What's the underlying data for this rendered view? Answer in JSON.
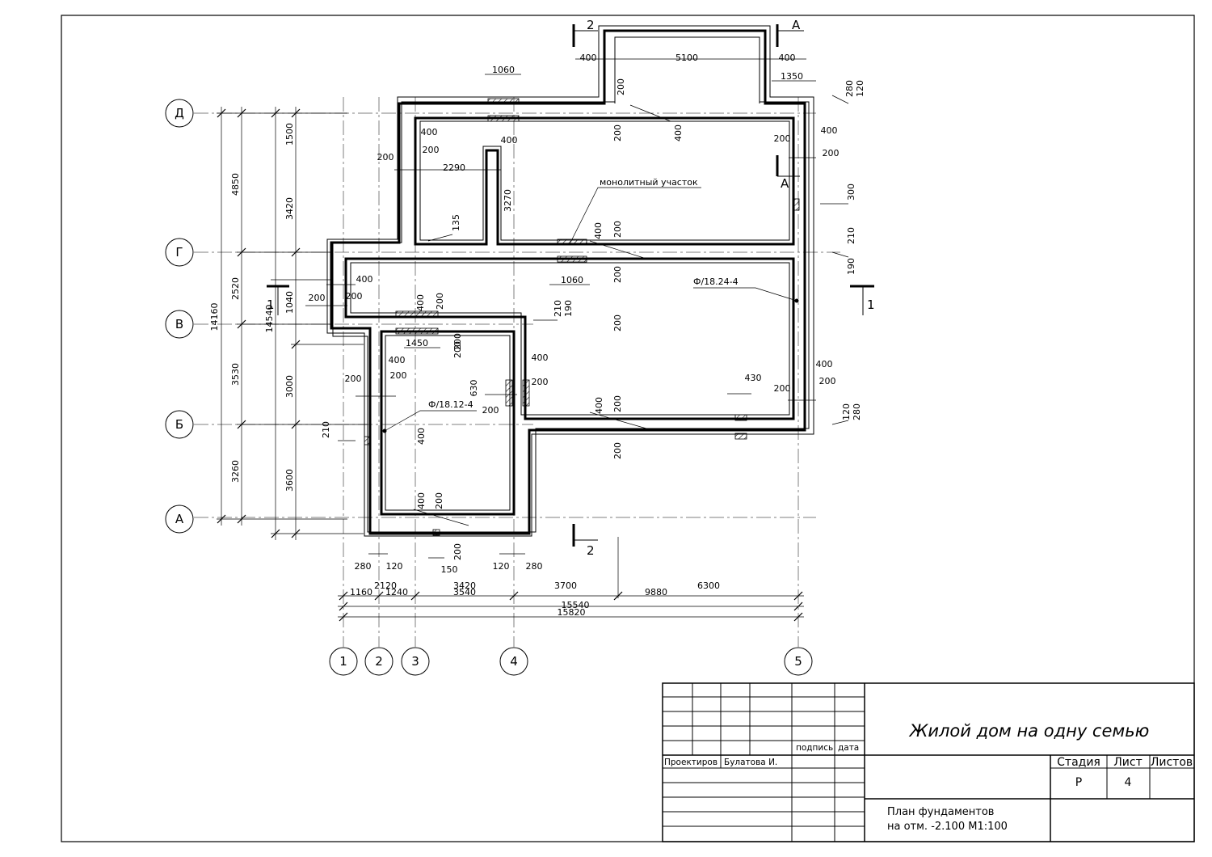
{
  "axes": {
    "rows": [
      "Д",
      "Г",
      "В",
      "Б",
      "А"
    ],
    "columns": [
      "1",
      "2",
      "3",
      "4",
      "5"
    ]
  },
  "section_marks": [
    "2",
    "2",
    "А",
    "А",
    "1",
    "1"
  ],
  "left_dims": {
    "outer": "14160",
    "chain": [
      "4850",
      "2520",
      "3530",
      "3260"
    ],
    "inner": [
      "3420",
      "3000",
      "3600"
    ],
    "inner_overlap_a": "14540",
    "inner_overlap_b": "1500",
    "inner_overlap_c": "1040"
  },
  "bottom_dims": {
    "row1": [
      "1160",
      "2120",
      "1240",
      "3420",
      "3540",
      "3700",
      "9880",
      "6300"
    ],
    "row2": "15540",
    "row3": "15820"
  },
  "dims": [
    "400",
    "5100",
    "400",
    "1060",
    "1350",
    "280",
    "120",
    "200",
    "200",
    "400",
    "400",
    "200",
    "400",
    "200",
    "200",
    "2290",
    "400",
    "3270",
    "200",
    "400",
    "200",
    "300",
    "135",
    "400",
    "200",
    "210",
    "190",
    "1060",
    "200",
    "200",
    "400",
    "200",
    "400",
    "200",
    "210",
    "190",
    "1450",
    "200",
    "400",
    "200",
    "200",
    "400",
    "630",
    "200",
    "200",
    "430",
    "200",
    "400",
    "200",
    "400",
    "200",
    "120",
    "280",
    "200",
    "210",
    "400",
    "200",
    "200",
    "280",
    "120",
    "150",
    "120",
    "280",
    "200"
  ],
  "labels": {
    "monolith": "монолитный участок",
    "f1": "Ф/18.24-4",
    "f2": "Ф/18.12-4"
  },
  "title_block": {
    "signature": "подпись",
    "date": "дата",
    "role": "Проектиров",
    "name": "Булатова И.",
    "project": "Жилой дом на одну семью",
    "stage_h": "Стадия",
    "sheet_h": "Лист",
    "sheets_h": "Листов",
    "stage": "Р",
    "sheet": "4",
    "sheets": "",
    "drawing_line1": "План фундаментов",
    "drawing_line2": "на отм. -2.100  М1:100"
  }
}
